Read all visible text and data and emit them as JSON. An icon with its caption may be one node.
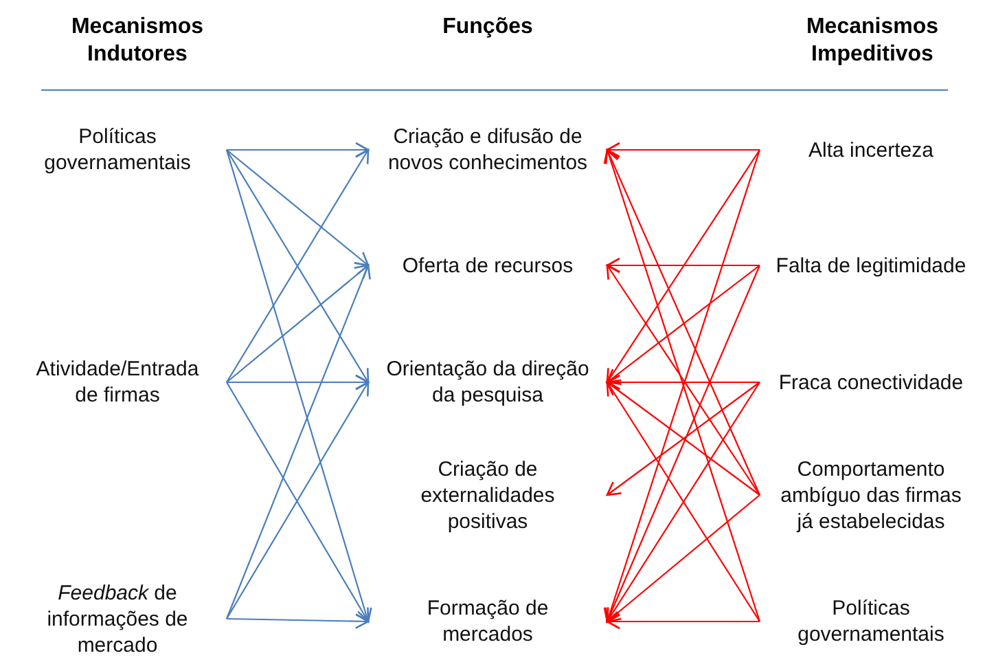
{
  "diagram": {
    "nodes": [
      {
        "text": [
          "Políticas governamentais"
        ]
      },
      {
        "text": [
          "Atividade/Entrada de firmas"
        ]
      },
      {
        "text": [
          "*Feedback* de informações de mercado"
        ]
      },
      {
        "text": [
          "Criação e difusão de novos conhecimentos"
        ]
      },
      {
        "text": [
          "Oferta de recursos"
        ]
      },
      {
        "text": [
          "Orientação da direção da pesquisa"
        ]
      },
      {
        "text": [
          "Criação de externalidades positivas"
        ]
      },
      {
        "text": [
          "Formação de mercados"
        ]
      },
      {
        "text": [
          "Alta incerteza"
        ]
      },
      {
        "text": [
          "Falta de legitimidade"
        ]
      },
      {
        "text": [
          "Fraca conectividade"
        ]
      },
      {
        "text": [
          "Comportamento ambíguo das firmas já estabelecidas"
        ]
      },
      {
        "text": [
          "Políticas governamentais"
        ]
      }
    ],
    "edges": [
      {
        "from": 0,
        "to": 3,
        "arrow": "to",
        "color": "#4a7ebb"
      },
      {
        "from": 0,
        "to": 4,
        "arrow": "to",
        "color": "#4a7ebb"
      },
      {
        "from": 0,
        "to": 5,
        "arrow": "to",
        "color": "#4a7ebb"
      },
      {
        "from": 0,
        "to": 7,
        "arrow": "to",
        "color": "#4a7ebb"
      },
      {
        "from": 1,
        "to": 3,
        "arrow": "to",
        "color": "#4a7ebb"
      },
      {
        "from": 1,
        "to": 4,
        "arrow": "to",
        "color": "#4a7ebb"
      },
      {
        "from": 1,
        "to": 5,
        "arrow": "to",
        "color": "#4a7ebb"
      },
      {
        "from": 1,
        "to": 7,
        "arrow": "to",
        "color": "#4a7ebb"
      },
      {
        "from": 2,
        "to": 4,
        "arrow": "to",
        "color": "#4a7ebb"
      },
      {
        "from": 2,
        "to": 5,
        "arrow": "to",
        "color": "#4a7ebb"
      },
      {
        "from": 2,
        "to": 7,
        "arrow": "to",
        "color": "#4a7ebb"
      },
      {
        "from": 8,
        "to": 3,
        "arrow": "to",
        "color": "#ff0000"
      },
      {
        "from": 8,
        "to": 5,
        "arrow": "to",
        "color": "#ff0000"
      },
      {
        "from": 8,
        "to": 7,
        "arrow": "to",
        "color": "#ff0000"
      },
      {
        "from": 9,
        "to": 4,
        "arrow": "to",
        "color": "#ff0000"
      },
      {
        "from": 9,
        "to": 5,
        "arrow": "to",
        "color": "#ff0000"
      },
      {
        "from": 9,
        "to": 7,
        "arrow": "to",
        "color": "#ff0000"
      },
      {
        "from": 10,
        "to": 5,
        "arrow": "to",
        "color": "#ff0000"
      },
      {
        "from": 10,
        "to": 6,
        "arrow": "to",
        "color": "#ff0000"
      },
      {
        "from": 10,
        "to": 7,
        "arrow": "to",
        "color": "#ff0000"
      },
      {
        "from": 11,
        "to": 3,
        "arrow": "to",
        "color": "#ff0000"
      },
      {
        "from": 11,
        "to": 4,
        "arrow": "to",
        "color": "#ff0000"
      },
      {
        "from": 11,
        "to": 5,
        "arrow": "to",
        "color": "#ff0000"
      },
      {
        "from": 11,
        "to": 7,
        "arrow": "to",
        "color": "#ff0000"
      },
      {
        "from": 12,
        "to": 3,
        "arrow": "to",
        "color": "#ff0000"
      },
      {
        "from": 12,
        "to": 5,
        "arrow": "to",
        "color": "#ff0000"
      },
      {
        "from": 12,
        "to": 7,
        "arrow": "to",
        "color": "#ff0000"
      }
    ],
    "labels": [
      "Mecanismos Indutores",
      "Funções",
      "Mecanismos Impeditivos"
    ]
  }
}
